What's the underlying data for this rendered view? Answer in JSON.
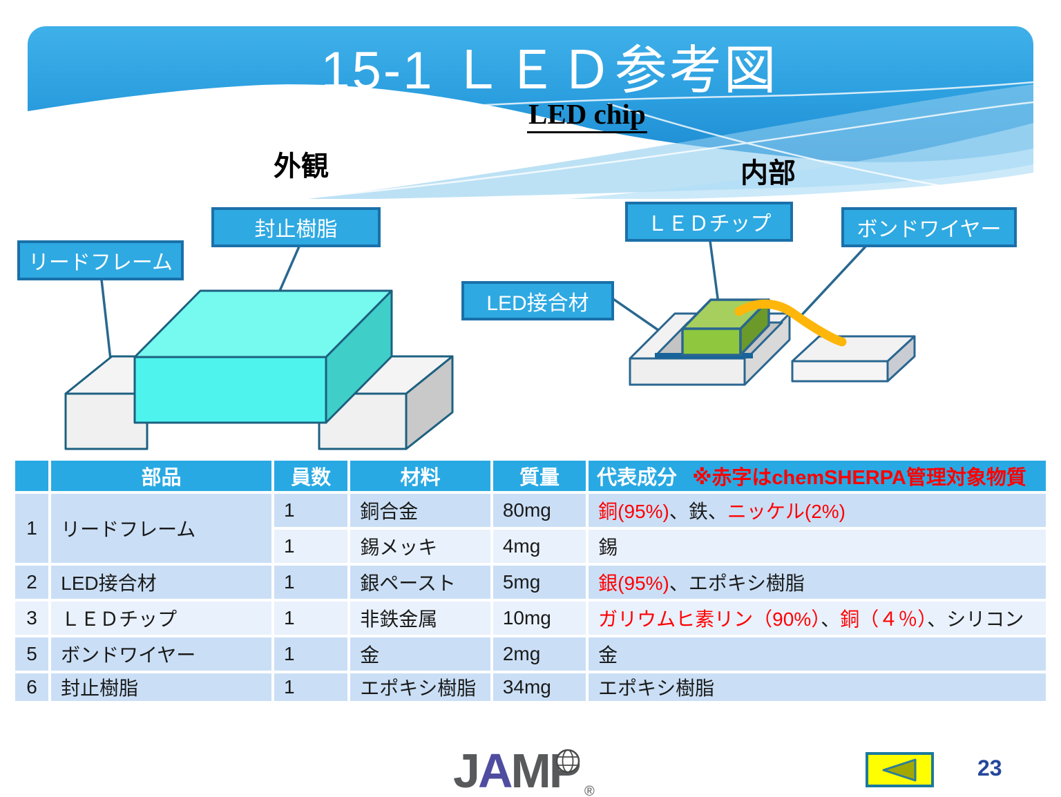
{
  "slide": {
    "title": "15-1 ＬＥＤ参考図",
    "chip_heading": "LED chip",
    "left_view": "外観",
    "right_view": "内部",
    "page_number": "23"
  },
  "diagram_labels": {
    "lead_frame": "リードフレーム",
    "sealing_resin": "封止樹脂",
    "led_chip": "ＬＥＤチップ",
    "bond_wire": "ボンドワイヤー",
    "led_bonding": "LED接合材"
  },
  "table": {
    "header": {
      "no": "",
      "part": "部品",
      "qty": "員数",
      "material": "材料",
      "mass": "質量",
      "composition": "代表成分",
      "note": "※赤字はchemSHERPA管理対象物質"
    },
    "rows": [
      {
        "no": "1",
        "part": "リードフレーム",
        "qty": "1",
        "material": "銅合金",
        "mass": "80mg",
        "composition": [
          {
            "text": "銅(95%)",
            "red": true
          },
          {
            "text": "、鉄、",
            "red": false
          },
          {
            "text": "ニッケル(2%)",
            "red": true
          }
        ]
      },
      {
        "no": "",
        "part": "",
        "qty": "1",
        "material": "錫メッキ",
        "mass": "4mg",
        "composition": [
          {
            "text": "錫",
            "red": false
          }
        ]
      },
      {
        "no": "2",
        "part": "LED接合材",
        "qty": "1",
        "material": "銀ペースト",
        "mass": "5mg",
        "composition": [
          {
            "text": "銀(95%)",
            "red": true
          },
          {
            "text": "、エポキシ樹脂",
            "red": false
          }
        ]
      },
      {
        "no": "3",
        "part": "ＬＥＤチップ",
        "qty": "1",
        "material": "非鉄金属",
        "mass": "10mg",
        "composition": [
          {
            "text": "ガリウムヒ素リン（90%）",
            "red": true
          },
          {
            "text": "、",
            "red": false
          },
          {
            "text": "銅（４％）",
            "red": true
          },
          {
            "text": "、シリコン",
            "red": false
          }
        ]
      },
      {
        "no": "5",
        "part": "ボンドワイヤー",
        "qty": "1",
        "material": "金",
        "mass": "2mg",
        "composition": [
          {
            "text": "金",
            "red": false
          }
        ]
      },
      {
        "no": "6",
        "part": "封止樹脂",
        "qty": "1",
        "material": "エポキシ樹脂",
        "mass": "34mg",
        "composition": [
          {
            "text": "エポキシ樹脂",
            "red": false
          }
        ]
      }
    ]
  },
  "footer": {
    "logo": {
      "j": "J",
      "a": "A",
      "m": "M",
      "p": "P",
      "registered": "®"
    }
  },
  "colors": {
    "header_blue": "#29A9E3",
    "label_fill": "#2EA9E2",
    "label_border": "#1A70A9",
    "row_medium": "#CADFF6",
    "row_light": "#E9F1FC",
    "red_text": "#FF0000",
    "resin_cyan": "#4FF3EE",
    "chip_green": "#8FC83E",
    "wire_orange": "#FFB60A",
    "button_yellow": "#FFFF00",
    "page_number_blue": "#25479B"
  }
}
